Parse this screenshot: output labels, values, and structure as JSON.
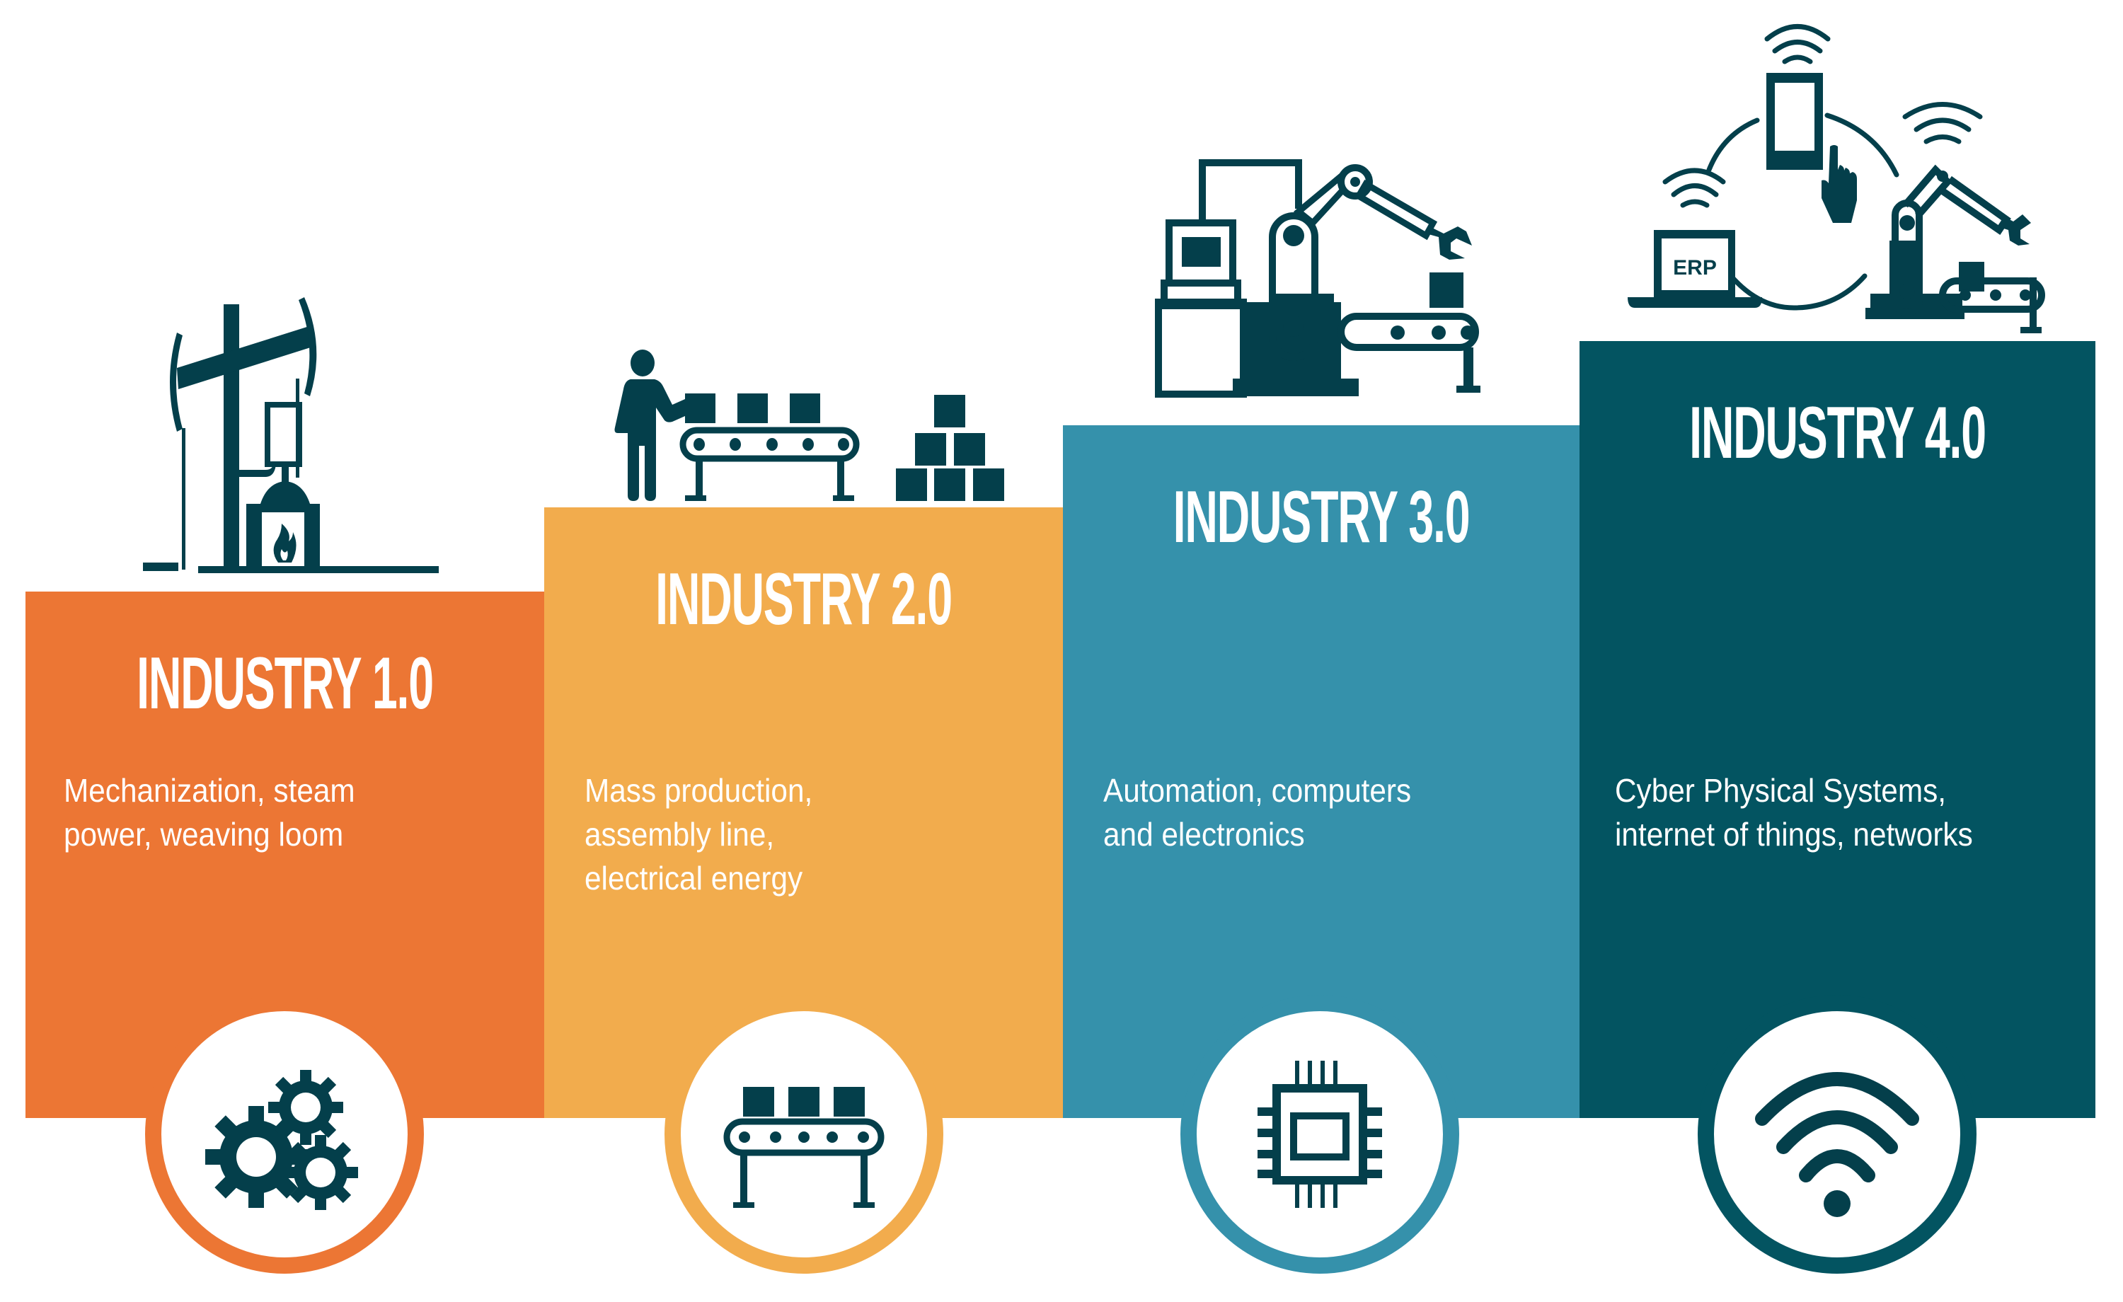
{
  "colors": {
    "icon": "#043f4b",
    "industry1": "#ec7634",
    "industry2": "#f2ac4d",
    "industry3": "#3591ab",
    "industry4": "#035461",
    "background": "#ffffff"
  },
  "stages": [
    {
      "title": "INDUSTRY 1.0",
      "description": "Mechanization, steam\npower, weaving loom",
      "top_icon": "steam-engine-pump-icon",
      "circle_icon": "gears-icon"
    },
    {
      "title": "INDUSTRY 2.0",
      "description": "Mass production,\nassembly line,\nelectrical energy",
      "top_icon": "worker-assembly-line-icon",
      "circle_icon": "conveyor-belt-icon"
    },
    {
      "title": "INDUSTRY 3.0",
      "description": "Automation, computers\nand electronics",
      "top_icon": "robot-arm-computer-icon",
      "circle_icon": "microchip-icon"
    },
    {
      "title": "INDUSTRY 4.0",
      "description": "Cyber Physical Systems,\ninternet of things, networks",
      "top_icon": "connected-iot-network-icon",
      "circle_icon": "wifi-icon",
      "erp_label": "ERP"
    }
  ]
}
